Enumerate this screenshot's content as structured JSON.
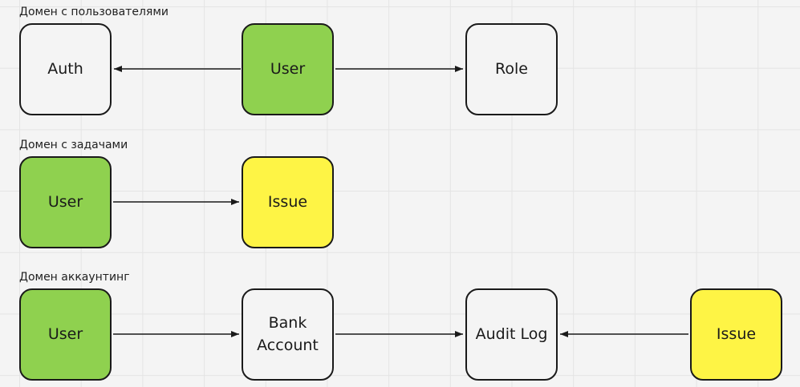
{
  "colors": {
    "green": "#8fd14f",
    "yellow": "#fef445",
    "plain": "#f4f4f4",
    "stroke": "#1a1a1a"
  },
  "domains": [
    {
      "label": "Домен с пользователями",
      "nodes": [
        {
          "id": "auth",
          "label": "Auth",
          "color": "plain"
        },
        {
          "id": "user",
          "label": "User",
          "color": "green"
        },
        {
          "id": "role",
          "label": "Role",
          "color": "plain"
        }
      ],
      "edges": [
        {
          "from": "user",
          "to": "auth"
        },
        {
          "from": "user",
          "to": "role"
        }
      ]
    },
    {
      "label": "Домен с задачами",
      "nodes": [
        {
          "id": "user",
          "label": "User",
          "color": "green"
        },
        {
          "id": "issue",
          "label": "Issue",
          "color": "yellow"
        }
      ],
      "edges": [
        {
          "from": "user",
          "to": "issue"
        }
      ]
    },
    {
      "label": "Домен аккаунтинг",
      "nodes": [
        {
          "id": "user",
          "label": "User",
          "color": "green"
        },
        {
          "id": "bank_account",
          "label": "Bank\nAccount",
          "color": "plain"
        },
        {
          "id": "audit_log",
          "label": "Audit Log",
          "color": "plain"
        },
        {
          "id": "issue",
          "label": "Issue",
          "color": "yellow"
        }
      ],
      "edges": [
        {
          "from": "user",
          "to": "bank_account"
        },
        {
          "from": "bank_account",
          "to": "audit_log"
        },
        {
          "from": "issue",
          "to": "audit_log"
        }
      ]
    }
  ]
}
